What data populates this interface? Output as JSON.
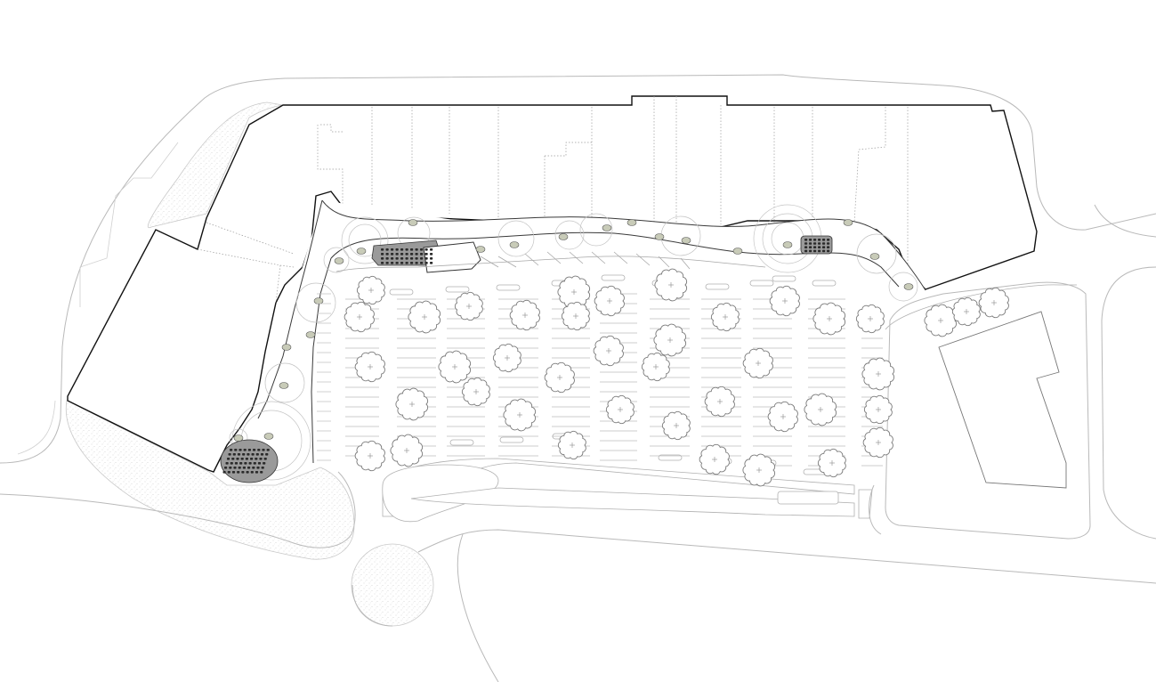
{
  "drawing": {
    "kind": "site-plan",
    "text_labels": []
  },
  "colors": {
    "background": "#ffffff",
    "building_outline": "#111111",
    "road_lines": "#b9b9b9",
    "tree_outline": "#7a7a7a",
    "seating_fill": "#9a9a9a",
    "planter_fill": "#c8cbb8"
  },
  "legend": {
    "icons": [
      "building-outline",
      "road-edge",
      "parking-stall",
      "tree-canopy",
      "seating-plaza",
      "landscape-planter",
      "stippled-landscape"
    ]
  }
}
